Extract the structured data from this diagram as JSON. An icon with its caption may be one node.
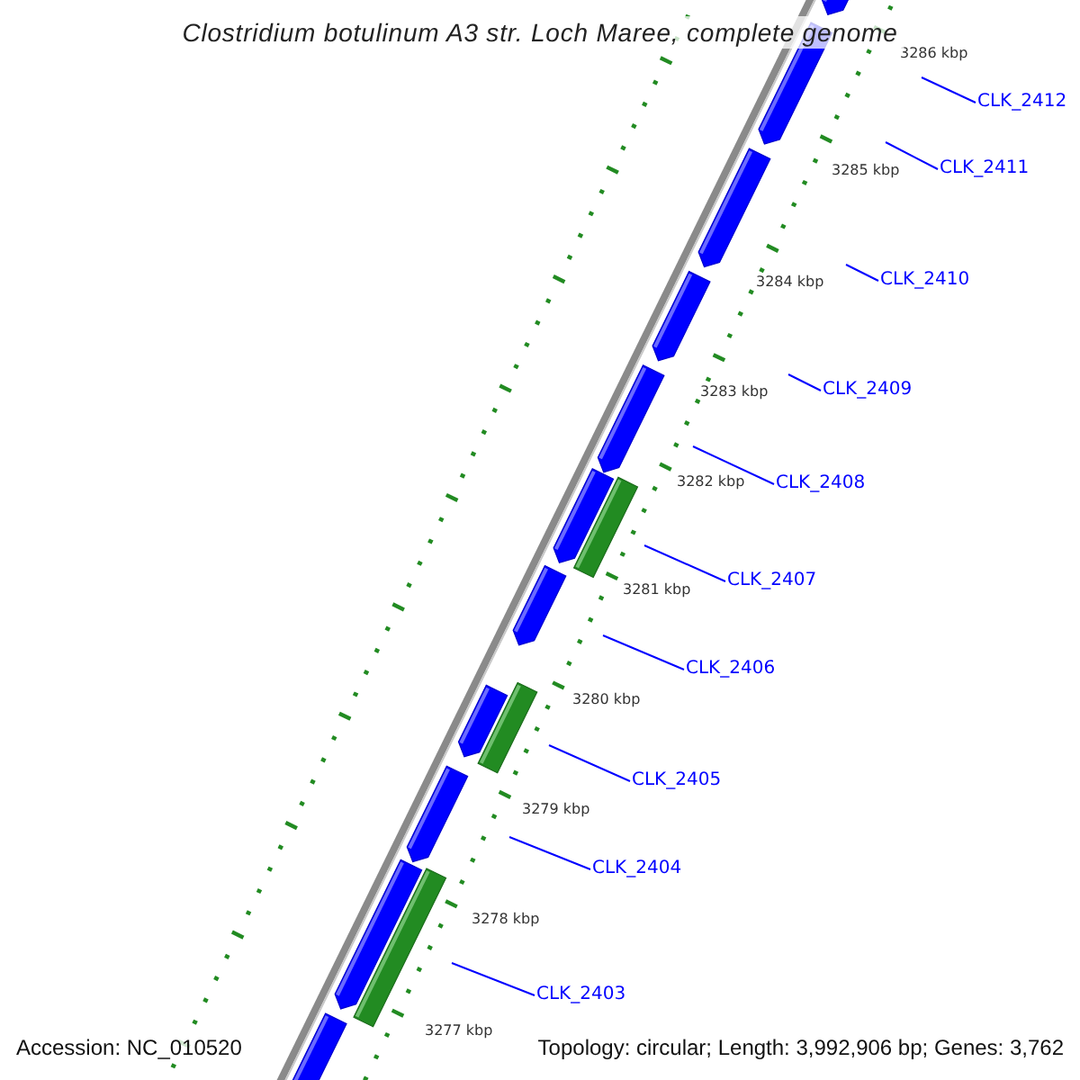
{
  "diagram": {
    "title": "Clostridium botulinum A3 str. Loch Maree, complete genome",
    "nodes": [
      {
        "text": [
          "CLK_2412"
        ]
      },
      {
        "text": [
          "CLK_2411"
        ]
      },
      {
        "text": [
          "CLK_2410"
        ]
      },
      {
        "text": [
          "CLK_2409"
        ]
      },
      {
        "text": [
          "CLK_2408"
        ]
      },
      {
        "text": [
          "CLK_2407"
        ]
      },
      {
        "text": [
          "CLK_2406"
        ]
      },
      {
        "text": [
          "CLK_2405"
        ]
      },
      {
        "text": [
          "CLK_2404"
        ]
      },
      {
        "text": [
          "CLK_2403"
        ]
      }
    ],
    "edges": [
      {
        "from": 0,
        "to": null,
        "arrow": "none"
      },
      {
        "from": 1,
        "to": null,
        "arrow": "none"
      },
      {
        "from": 2,
        "to": null,
        "arrow": "none"
      },
      {
        "from": 3,
        "to": null,
        "arrow": "none"
      },
      {
        "from": 4,
        "to": null,
        "arrow": "none"
      },
      {
        "from": 5,
        "to": null,
        "arrow": "none"
      },
      {
        "from": 6,
        "to": null,
        "arrow": "none"
      },
      {
        "from": 7,
        "to": null,
        "arrow": "none"
      },
      {
        "from": 8,
        "to": null,
        "arrow": "none"
      },
      {
        "from": 9,
        "to": null,
        "arrow": "none"
      }
    ],
    "labels": [
      "3286 kbp",
      "3285 kbp",
      "3284 kbp",
      "3283 kbp",
      "3282 kbp",
      "3281 kbp",
      "3280 kbp",
      "3279 kbp",
      "3278 kbp",
      "3277 kbp",
      "Accession: NC_010520",
      "Topology: circular; Length: 3,992,906 bp; Genes: 3,762"
    ]
  }
}
